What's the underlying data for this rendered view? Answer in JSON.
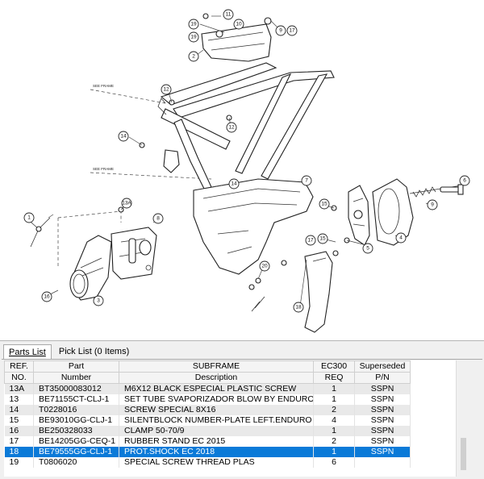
{
  "diagram": {
    "see_frame_labels": [
      "SEE FRAME",
      "SEE FRAME"
    ],
    "callouts": [
      "11",
      "10",
      "17",
      "19",
      "9",
      "19",
      "2",
      "12",
      "12",
      "14",
      "15",
      "14",
      "13A",
      "7",
      "6",
      "15",
      "9",
      "8",
      "16",
      "1",
      "3",
      "18",
      "17",
      "5",
      "4",
      "20"
    ]
  },
  "tabs": [
    {
      "label": "Parts List",
      "active": true
    },
    {
      "label": "Pick List (0 Items)",
      "active": false
    }
  ],
  "table": {
    "headers_top": [
      "REF.",
      "Part",
      "SUBFRAME",
      "EC300",
      "Superseded"
    ],
    "headers_bottom": [
      "NO.",
      "Number",
      "Description",
      "REQ",
      "P/N"
    ],
    "rows": [
      {
        "ref": "13A",
        "part": "BT35000083012",
        "desc": "M6X12 BLACK ESPECIAL PLASTIC SCREW",
        "req": "1",
        "pn": "SSPN"
      },
      {
        "ref": "13",
        "part": "BE71155CT-CLJ-1",
        "desc": "SET TUBE SVAPORIZADOR BLOW BY ENDURO 2018",
        "req": "1",
        "pn": "SSPN"
      },
      {
        "ref": "14",
        "part": "T0228016",
        "desc": "SCREW SPECIAL 8X16",
        "req": "2",
        "pn": "SSPN"
      },
      {
        "ref": "15",
        "part": "BE93010GG-CLJ-1",
        "desc": "SILENTBLOCK NUMBER-PLATE LEFT.ENDURO 2018",
        "req": "4",
        "pn": "SSPN"
      },
      {
        "ref": "16",
        "part": "BE250328033",
        "desc": "CLAMP 50-70/9",
        "req": "1",
        "pn": "SSPN"
      },
      {
        "ref": "17",
        "part": "BE14205GG-CEQ-1",
        "desc": "RUBBER STAND EC 2015",
        "req": "2",
        "pn": "SSPN"
      },
      {
        "ref": "18",
        "part": "BE79555GG-CLJ-1",
        "desc": "PROT.SHOCK EC 2018",
        "req": "1",
        "pn": "SSPN",
        "selected": true
      },
      {
        "ref": "19",
        "part": "T0806020",
        "desc": "SPECIAL SCREW THREAD PLAS",
        "req": "6",
        "pn": ""
      }
    ]
  },
  "colors": {
    "selection": "#0a7ad8",
    "row_alt": "#e9e9e9",
    "panel_bg": "#f0f0f0"
  }
}
